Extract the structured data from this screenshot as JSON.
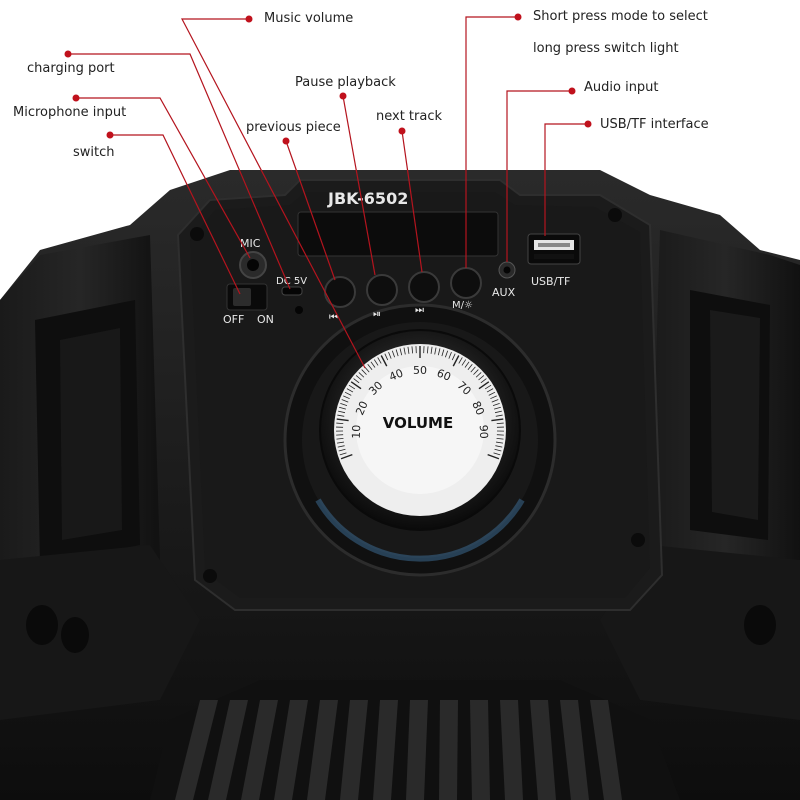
{
  "annotations": {
    "music_volume": "Music volume",
    "mode_select": "Short press mode to select",
    "switch_light": "long press switch light",
    "charging_port": "charging port",
    "pause_playback": "Pause playback",
    "audio_input": "Audio input",
    "microphone_input": "Microphone input",
    "next_track": "next track",
    "usb_tf_interface": "USB/TF interface",
    "previous_piece": "previous piece",
    "switch": "switch"
  },
  "panel": {
    "model": "JBK-6502",
    "mic": "MIC",
    "dc": "DC 5V",
    "off": "OFF",
    "on": "ON",
    "aux": "AUX",
    "usb_tf": "USB/TF",
    "mode_button": "M/☼",
    "prev_symbol": "⏮",
    "play_symbol": "⏯",
    "next_symbol": "⏭"
  },
  "volume": {
    "label": "VOLUME",
    "ticks": [
      "10",
      "20",
      "30",
      "40",
      "50",
      "60",
      "70",
      "80",
      "90"
    ]
  },
  "colors": {
    "leader_line": "#b4141e",
    "dot": "#c0111c",
    "body": "#141414",
    "panel": "#1c1c1c"
  }
}
